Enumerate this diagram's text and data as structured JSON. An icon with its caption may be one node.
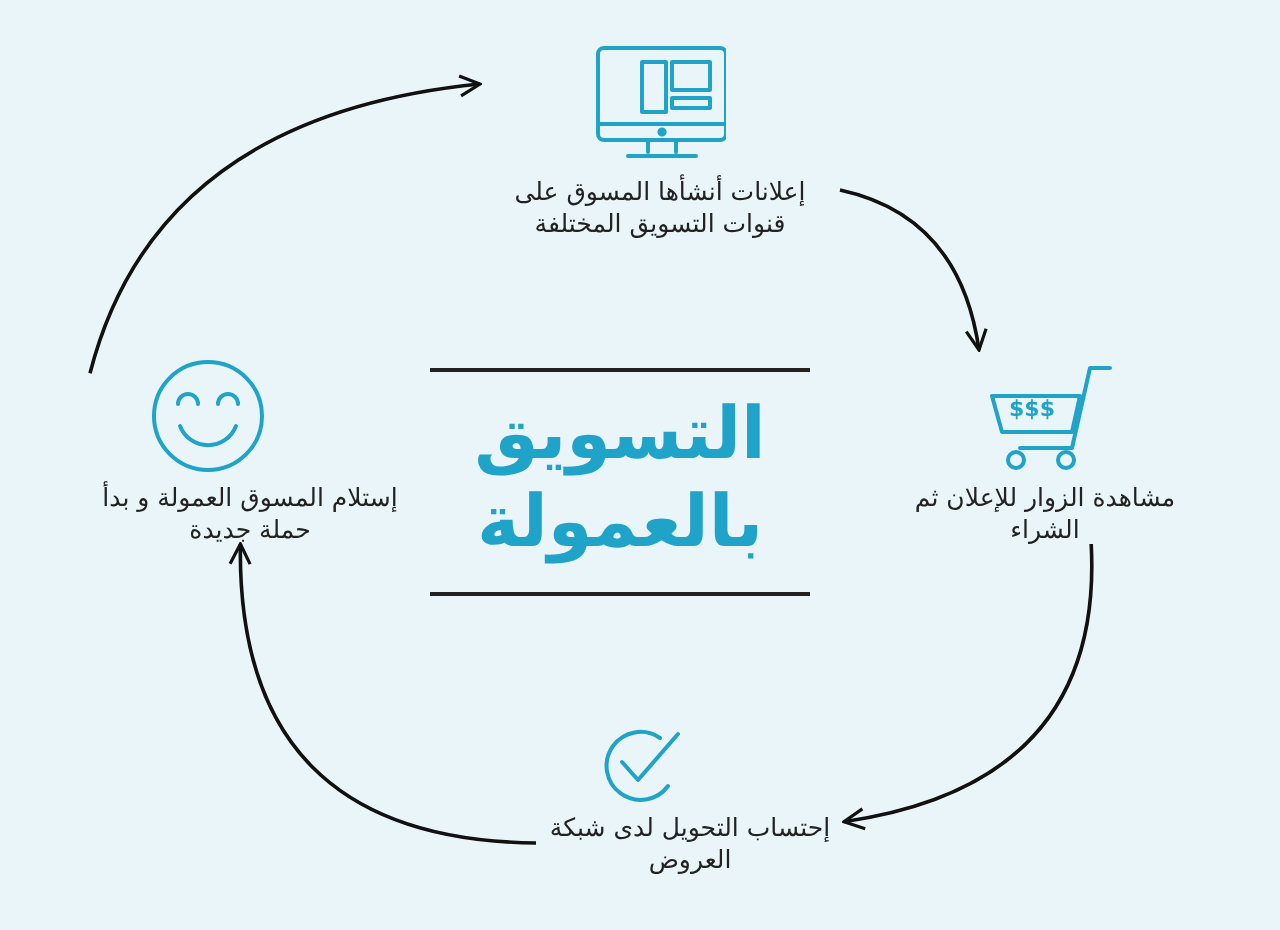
{
  "diagram": {
    "title": "التسويق بالعمولة",
    "nodes": [
      {
        "text": [
          "إعلانات أنشأها المسوق على قنوات التسويق المختلفة"
        ]
      },
      {
        "text": [
          "مشاهدة الزوار للإعلان ثم الشراء"
        ]
      },
      {
        "text": [
          "إحتساب التحويل لدى شبكة العروض"
        ]
      },
      {
        "text": [
          "إستلام المسوق العمولة و بدأ حملة جديدة"
        ]
      }
    ],
    "edges": [
      {
        "from": 0,
        "to": 1,
        "arrow": "to"
      },
      {
        "from": 1,
        "to": 2,
        "arrow": "to"
      },
      {
        "from": 2,
        "to": 3,
        "arrow": "to"
      },
      {
        "from": 3,
        "to": 0,
        "arrow": "to"
      }
    ],
    "labels": [
      "$$$"
    ]
  }
}
